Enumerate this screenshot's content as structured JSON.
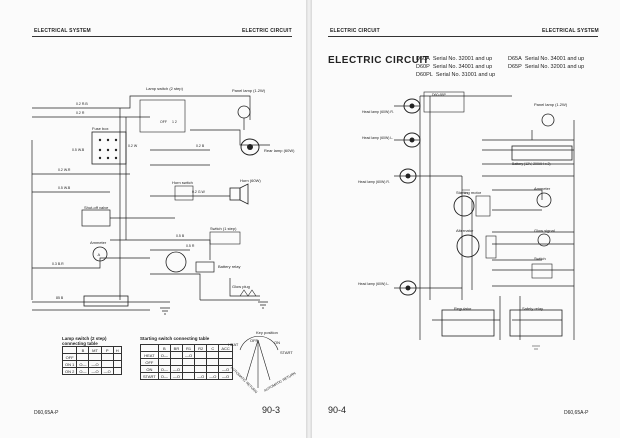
{
  "left_page": {
    "header_left": "ELECTRICAL SYSTEM",
    "header_right": "ELECTRIC CIRCUIT",
    "footer_model": "D60,65A-P",
    "page_number": "90-3",
    "labels": {
      "lamp_switch": "Lamp switch (2 step)",
      "panel_lamp": "Panel lamp (1.2W)",
      "fuse_box": "Fuse box",
      "rear_lamp": "Rear lamp (60W)",
      "horn_switch": "Horn switch",
      "horn": "Horn (60W)",
      "shutoff_valve": "Shut-off valve",
      "ammeter": "Ammeter",
      "switch_1step": "Switch (1 step)",
      "battery_relay": "Battery relay",
      "glow_plug": "Glow plug",
      "w02rb": "0.2 R.B",
      "w02r": "0.2 R",
      "w05wb": "0.5 W.B",
      "w02wr": "0.2 W.R",
      "w05wb2": "0.5 W.B",
      "w02w": "0.2 W",
      "w02b": "0.2 B",
      "w05b": "0.5 B",
      "w03br": "0.3 B.R",
      "w85b": "85 B",
      "w02gw": "0.2 G.W",
      "w05r": "0.5 R",
      "off": "OFF",
      "lamp_pos": "1  2"
    },
    "lamp_table": {
      "caption": "Lamp switch (2 step) connecting table",
      "headers": [
        "",
        "B",
        "MT",
        "P",
        "H"
      ],
      "rows": [
        [
          "OFF",
          "",
          "",
          "",
          ""
        ],
        [
          "ON 1",
          "O—",
          "—O",
          "",
          ""
        ],
        [
          "ON 2",
          "O—",
          "—O",
          "—O",
          ""
        ]
      ]
    },
    "start_table": {
      "caption": "Starting switch connecting table",
      "headers": [
        "",
        "B",
        "BR",
        "R1",
        "R2",
        "C",
        "ACC"
      ],
      "rows": [
        [
          "HEAT",
          "O—",
          "",
          "—O",
          "",
          "",
          ""
        ],
        [
          "OFF",
          "",
          "",
          "",
          "",
          "",
          ""
        ],
        [
          "ON",
          "O—",
          "—O",
          "",
          "",
          "",
          "—O"
        ],
        [
          "START",
          "O—",
          "—O",
          "",
          "—O",
          "—O",
          "—O"
        ]
      ]
    },
    "key_diagram": {
      "title": "Key position",
      "heat": "HEAT",
      "off": "OFF",
      "on": "ON",
      "start": "START",
      "auto_return": "AUTOMATIC RETURN"
    }
  },
  "right_page": {
    "header_left": "ELECTRIC CIRCUIT",
    "header_right": "ELECTRICAL SYSTEM",
    "title": "ELECTRIC CIRCUIT",
    "serials_left": [
      {
        "model": "D60A",
        "serial": "Serial No. 32001 and up"
      },
      {
        "model": "D60P",
        "serial": "Serial No. 34001 and up"
      },
      {
        "model": "D60PL",
        "serial": "Serial No. 31001 and up"
      }
    ],
    "serials_right": [
      {
        "model": "D65A",
        "serial": "Serial No. 34001 and up"
      },
      {
        "model": "D65P",
        "serial": "Serial No. 32001 and up"
      }
    ],
    "page_number": "90-4",
    "footer_model": "D60,65A-P",
    "labels": {
      "head_lamp_r": "Head lamp (60W) R.",
      "head_lamp_l": "Head lamp (60W) L.",
      "head_lamp_r2": "Head lamp (60W) R.",
      "head_lamp_l2": "Head lamp (60W) L.",
      "panel_lamp": "Panel lamp (1.2W)",
      "starting_motor": "Starting motor",
      "alternator": "Alternator",
      "battery": "Battery (12V, 200AH x 2)",
      "ammeter": "Ammeter",
      "glow_signal": "Glow signal",
      "switch": "Switch",
      "regulator": "Regulator",
      "safety_relay": "Safety relay",
      "box": "D60-65P"
    }
  }
}
